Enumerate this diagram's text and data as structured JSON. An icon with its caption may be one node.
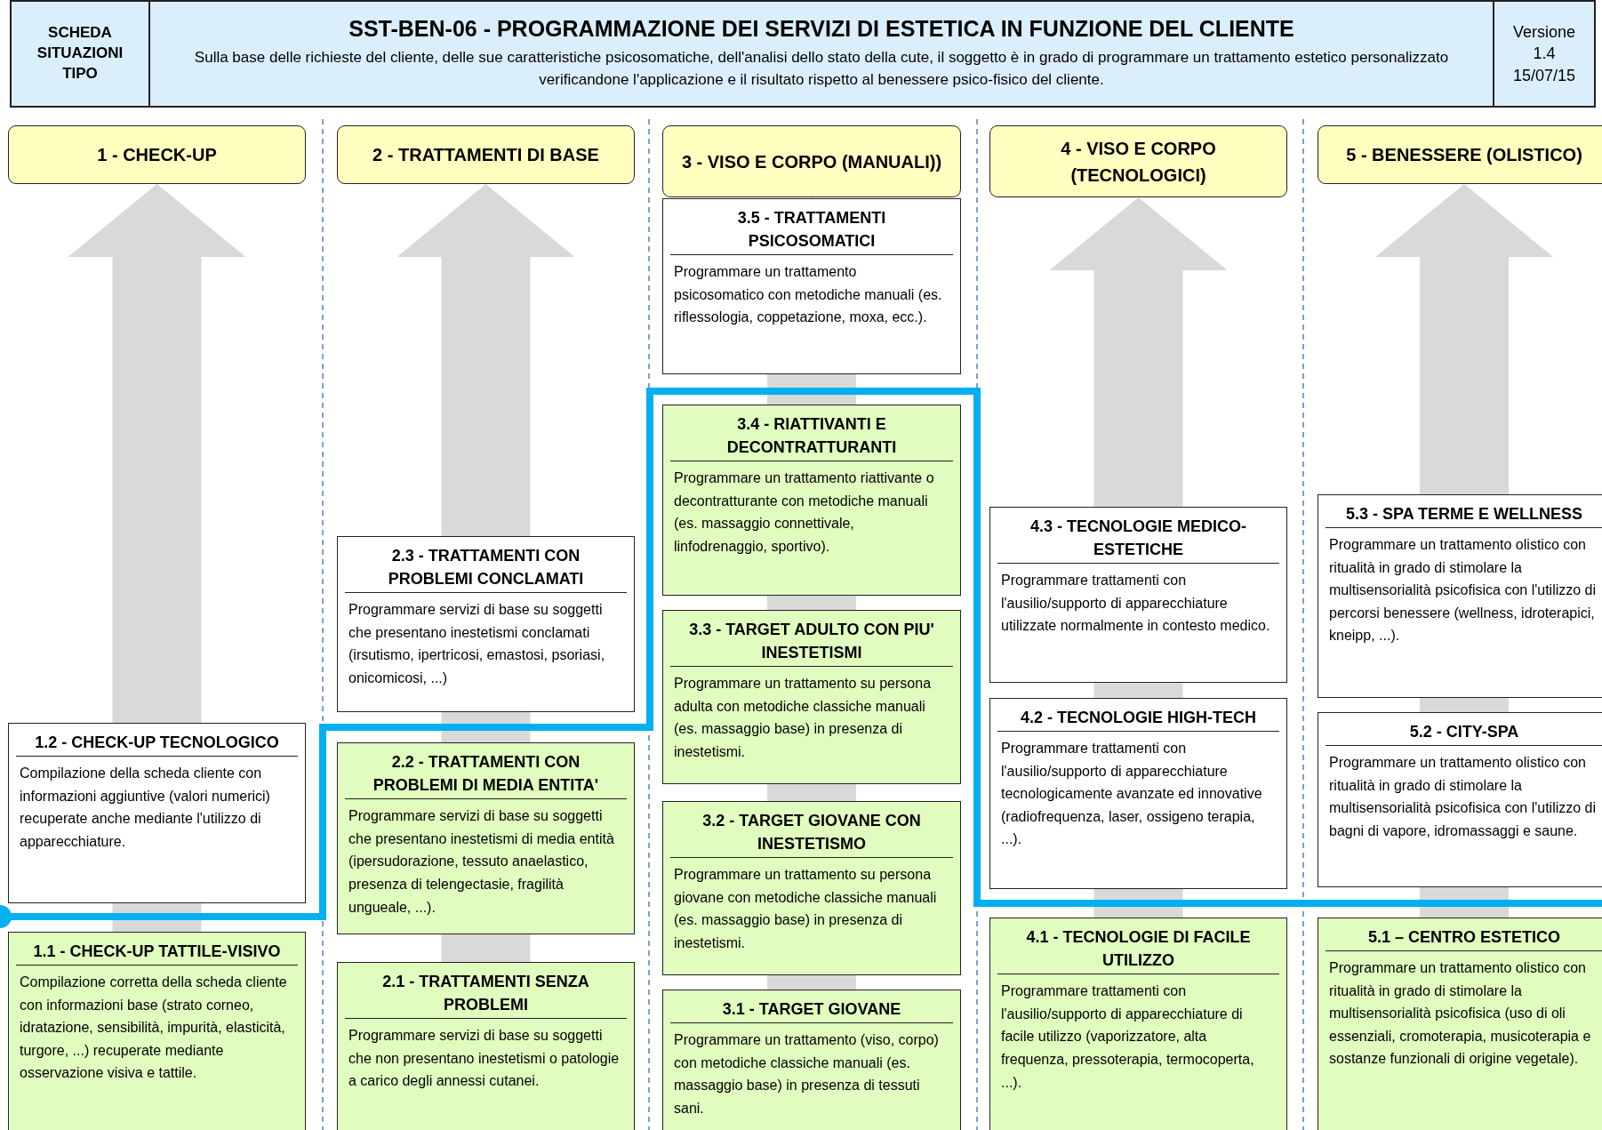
{
  "diagram": {
    "title": "SST-BEN-06  -  PROGRAMMAZIONE DEI SERVIZI DI ESTETICA IN FUNZIONE DEL CLIENTE",
    "nodes": [
      {
        "text": [
          "1 - CHECK-UP"
        ]
      },
      {
        "text": [
          "2 - TRATTAMENTI DI BASE"
        ]
      },
      {
        "text": [
          "3 - VISO E CORPO (MANUALI))"
        ]
      },
      {
        "text": [
          "4 - VISO E CORPO (TECNOLOGICI)"
        ]
      },
      {
        "text": [
          "5 - BENESSERE (OLISTICO)"
        ]
      },
      {
        "text": [
          "1.2 - CHECK-UP TECNOLOGICO",
          "Compilazione della scheda cliente con informazioni aggiuntive (valori numerici) recuperate anche mediante l'utilizzo di apparecchiature."
        ]
      },
      {
        "text": [
          "1.1 - CHECK-UP TATTILE-VISIVO",
          "Compilazione corretta della scheda cliente con informazioni base (strato corneo, idratazione, sensibilità, impurità, elasticità, turgore, ...) recuperate mediante osservazione visiva e tattile."
        ]
      },
      {
        "text": [
          "2.3 - TRATTAMENTI CON PROBLEMI CONCLAMATI",
          "Programmare servizi di base su soggetti che presentano inestetismi conclamati (irsutismo, ipertricosi, emastosi, psoriasi, onicomicosi, ...)"
        ]
      },
      {
        "text": [
          "2.2 - TRATTAMENTI CON PROBLEMI DI MEDIA ENTITA'",
          "Programmare servizi di base su soggetti che presentano inestetismi di media entità (ipersudorazione, tessuto anaelastico, presenza di telengectasie, fragilità ungueale, ...)."
        ]
      },
      {
        "text": [
          "2.1 - TRATTAMENTI SENZA PROBLEMI",
          "Programmare servizi di base su soggetti che non presentano inestetismi o patologie a carico degli annessi cutanei."
        ]
      },
      {
        "text": [
          "3.5 - TRATTAMENTI PSICOSOMATICI",
          "Programmare un trattamento psicosomatico con metodiche manuali (es. riflessologia, coppetazione, moxa, ecc.)."
        ]
      },
      {
        "text": [
          "3.4 - RIATTIVANTI E DECONTRATTURANTI",
          "Programmare un trattamento riattivante o decontratturante con metodiche manuali (es. massaggio connettivale, linfodrenaggio, sportivo)."
        ]
      },
      {
        "text": [
          "3.3 - TARGET ADULTO CON PIU' INESTETISMI",
          "Programmare un trattamento su persona adulta con metodiche classiche manuali (es. massaggio base) in presenza di inestetismi."
        ]
      },
      {
        "text": [
          "3.2 - TARGET GIOVANE CON INESTETISMO",
          "Programmare un trattamento su persona giovane con metodiche classiche manuali (es. massaggio base) in presenza di inestetismi."
        ]
      },
      {
        "text": [
          "3.1 - TARGET GIOVANE",
          "Programmare un trattamento (viso, corpo) con metodiche classiche manuali (es. massaggio base) in presenza di tessuti sani."
        ]
      },
      {
        "text": [
          "4.3 - TECNOLOGIE MEDICO-ESTETICHE",
          "Programmare trattamenti con l'ausilio/supporto di apparecchiature utilizzate normalmente in contesto medico."
        ]
      },
      {
        "text": [
          "4.2 - TECNOLOGIE HIGH-TECH",
          "Programmare trattamenti con l'ausilio/supporto di apparecchiature tecnologicamente avanzate ed innovative (radiofrequenza, laser, ossigeno terapia, ...)."
        ]
      },
      {
        "text": [
          "4.1 - TECNOLOGIE DI FACILE UTILIZZO",
          "Programmare trattamenti con l'ausilio/supporto di apparecchiature di facile utilizzo (vaporizzatore, alta frequenza, pressoterapia, termocoperta, ...)."
        ]
      },
      {
        "text": [
          "5.3 - SPA TERME E WELLNESS",
          "Programmare un trattamento olistico con ritualità in grado di stimolare la multisensorialità psicofisica con l'utilizzo di percorsi benessere (wellness, idroterapici, kneipp, ...)."
        ]
      },
      {
        "text": [
          "5.2 - CITY-SPA",
          "Programmare un trattamento olistico con ritualità in grado di stimolare la multisensorialità psicofisica con l'utilizzo di bagni di vapore, idromassaggi e saune."
        ]
      },
      {
        "text": [
          "5.1 – CENTRO ESTETICO",
          "Programmare un trattamento olistico con ritualità in grado di stimolare la multisensorialità psicofisica (uso di oli essenziali, cromoterapia, musicoterapia e sostanze funzionali di origine vegetale)."
        ]
      }
    ],
    "labels": [
      "SCHEDA SITUAZIONI TIPO",
      "Sulla base delle richieste del cliente, delle sue caratteristiche psicosomatiche, dell'analisi dello stato della cute, il soggetto è in grado di programmare un trattamento estetico personalizzato verificandone l'applicazione e il risultato rispetto al benessere psico-fisico del cliente.",
      "Versione",
      "1.4",
      "15/07/15"
    ]
  }
}
